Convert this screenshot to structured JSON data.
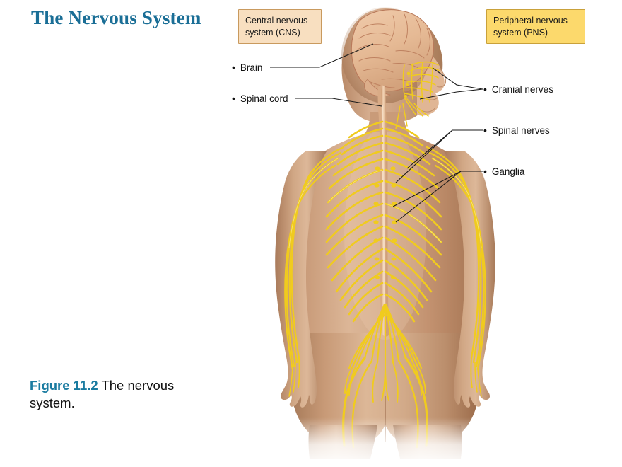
{
  "slide": {
    "title": "The Nervous System"
  },
  "caption": {
    "figure_number": "Figure 11.2",
    "text": " The nervous system."
  },
  "boxes": [
    {
      "id": "cns",
      "label": "Central nervous system (CNS)",
      "line1": "Central nervous",
      "line2": "system (CNS)",
      "fill": "#f8dfc0",
      "border": "#c99a5e"
    },
    {
      "id": "pns",
      "label": "Peripheral nervous system (PNS)",
      "line1": "Peripheral nervous",
      "line2": "system (PNS)",
      "fill": "#fcd96c",
      "border": "#c9a13a"
    }
  ],
  "callouts": {
    "left": [
      {
        "id": "brain",
        "label": "Brain",
        "bullet": "•"
      },
      {
        "id": "spinal-cord",
        "label": "Spinal cord",
        "bullet": "•"
      }
    ],
    "right": [
      {
        "id": "cranial-nerves",
        "label": "Cranial nerves",
        "bullet": "•"
      },
      {
        "id": "spinal-nerves",
        "label": "Spinal nerves",
        "bullet": "•"
      },
      {
        "id": "ganglia",
        "label": "Ganglia",
        "bullet": "•"
      }
    ]
  },
  "illustration": {
    "subject": "posterior view of human female figure showing nervous system",
    "colors": {
      "skin_light": "#e3bfa4",
      "skin_mid": "#c79a7a",
      "skin_dark": "#a97a5c",
      "skin_shadow": "#8d6245",
      "nerve_yellow": "#f3cf22",
      "nerve_light": "#fbe98a",
      "nerve_dark": "#d2a908",
      "brain_fill": "#e9bd9c",
      "brain_line": "#b9795a",
      "cord_fill": "#edc6a6",
      "leader_line": "#1a1a1a"
    }
  }
}
